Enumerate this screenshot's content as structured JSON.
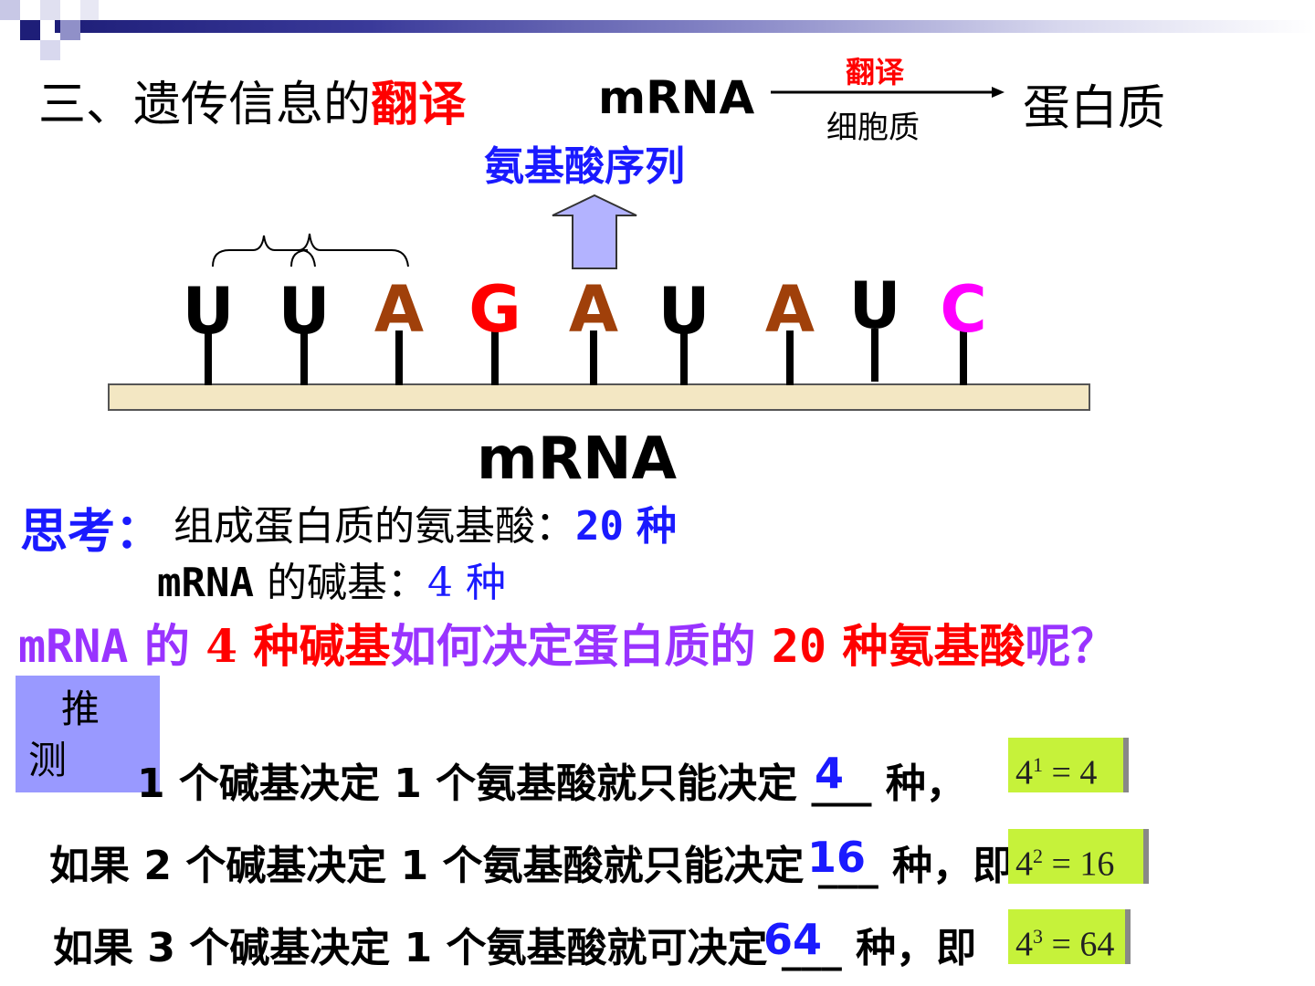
{
  "title": {
    "prefix": "三、遗传信息的",
    "highlight": "翻译"
  },
  "equation": {
    "left": "mRNA",
    "over_arrow": "翻译",
    "under_arrow": "细胞质",
    "right": "蛋白质"
  },
  "amino_acid_sequence": "氨基酸序列",
  "bases": [
    {
      "letter": "U",
      "color": "#000000"
    },
    {
      "letter": "U",
      "color": "#000000"
    },
    {
      "letter": "A",
      "color": "#a0400a"
    },
    {
      "letter": "G",
      "color": "#ff0000"
    },
    {
      "letter": "A",
      "color": "#a0400a"
    },
    {
      "letter": "U",
      "color": "#000000"
    },
    {
      "letter": "A",
      "color": "#a0400a"
    },
    {
      "letter": "U",
      "color": "#000000"
    },
    {
      "letter": "C",
      "color": "#ff00ff"
    }
  ],
  "strand_label": "mRNA",
  "think": {
    "label": "思考：",
    "line1": {
      "text": "组成蛋白质的氨基酸：",
      "count": "20",
      "unit": "种"
    },
    "line2": {
      "prefix": "mRNA",
      "text": "的碱基：",
      "count": "4",
      "unit": "种"
    }
  },
  "question": {
    "p1": "mRNA",
    "p2": "的",
    "p3": "4",
    "p4": "种碱基",
    "p5": "如何决定蛋白质的",
    "p6": "20",
    "p7": "种氨基酸",
    "p8": "呢？"
  },
  "inference": {
    "line1": "推",
    "line2": "测"
  },
  "rows": [
    {
      "text": "1 个碱基决定 1 个氨基酸就只能决定 ___ 种，",
      "answer": "4",
      "formula_base": "4",
      "formula_exp": "1",
      "formula_result": "= 4"
    },
    {
      "text": "如果 2 个碱基决定 1 个氨基酸就只能决定 ___ 种，即",
      "answer": "16",
      "formula_base": "4",
      "formula_exp": "2",
      "formula_result": "= 16"
    },
    {
      "text": "如果 3 个碱基决定 1 个氨基酸就可决定 ___ 种，即",
      "answer": "64",
      "formula_base": "4",
      "formula_exp": "3",
      "formula_result": "= 64"
    }
  ],
  "colors": {
    "accent_blue": "#1a1aff",
    "red": "#ff0000",
    "purple": "#9933ff",
    "formula_bg": "#c6f23a",
    "infer_bg": "#9999ff",
    "strand_bg": "#f3e7c3"
  }
}
